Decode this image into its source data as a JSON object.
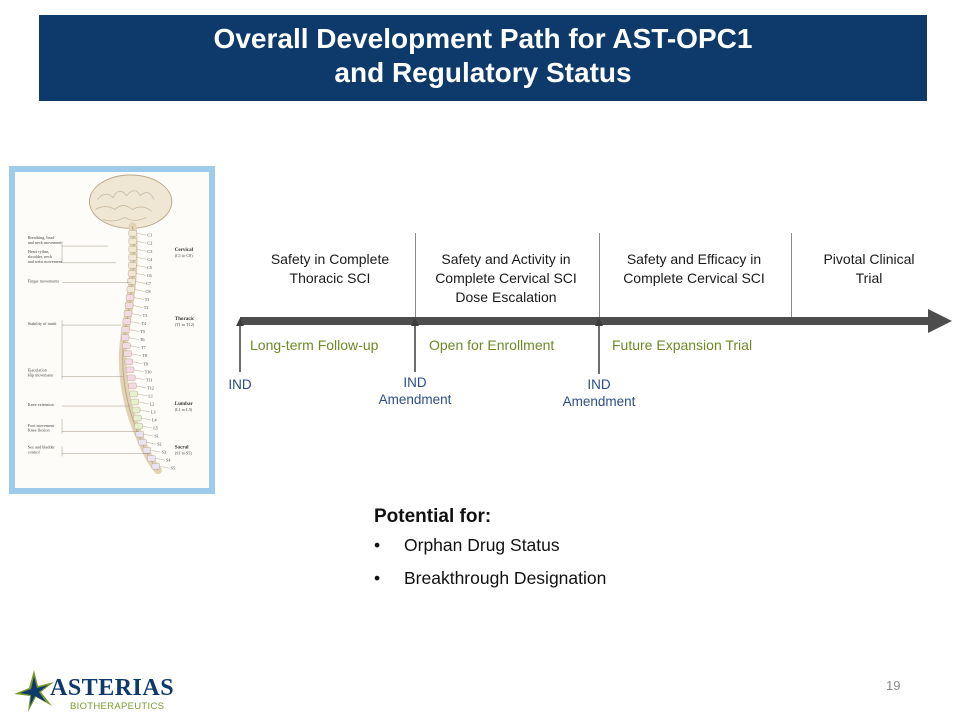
{
  "title": {
    "line1": "Overall Development Path for AST-OPC1",
    "line2": "and Regulatory Status"
  },
  "phases": [
    {
      "line1": "Safety in Complete",
      "line2": "Thoracic SCI",
      "line3": ""
    },
    {
      "line1": "Safety and Activity in",
      "line2": "Complete Cervical SCI",
      "line3": "Dose Escalation"
    },
    {
      "line1": "Safety and Efficacy in",
      "line2": "Complete Cervical SCI",
      "line3": ""
    },
    {
      "line1": "Pivotal Clinical",
      "line2": "Trial",
      "line3": ""
    }
  ],
  "status_labels": [
    "Long-term Follow-up",
    "Open for Enrollment",
    "Future Expansion Trial"
  ],
  "milestones": [
    {
      "line1": "IND",
      "line2": ""
    },
    {
      "line1": "IND",
      "line2": "Amendment"
    },
    {
      "line1": "IND",
      "line2": "Amendment"
    }
  ],
  "potential": {
    "heading": "Potential for:",
    "bullet_char": "•",
    "items": [
      "Orphan Drug Status",
      "Breakthrough Designation"
    ]
  },
  "page_number": "19",
  "logo": {
    "name": "ASTERIAS",
    "subtitle": "BIOTHERAPEUTICS"
  },
  "spine_figure": {
    "left_labels": [
      "Breathing, head",
      "and neck movement",
      "Heart rythm,",
      "shoulder, neck",
      "and wrist movement",
      "Finger movements",
      "Stability of trunk",
      "Ejaculation",
      "Hip movement",
      "Knee extension",
      "Foot movement",
      "Knee flexion",
      "Sex and bladder",
      "control"
    ],
    "region_labels": [
      "Cervical",
      "(C1 to C8)",
      "Thoracic",
      "(T1 to T12)",
      "Lumbar",
      "(L1 to L5)",
      "Sacral",
      "(S1 to S5)"
    ],
    "levels": [
      "C1",
      "C2",
      "C3",
      "C4",
      "C5",
      "C6",
      "C7",
      "C8",
      "T1",
      "T2",
      "T3",
      "T4",
      "T5",
      "T6",
      "T7",
      "T8",
      "T9",
      "T10",
      "T11",
      "T12",
      "L1",
      "L2",
      "L3",
      "L4",
      "L5",
      "S1",
      "S2",
      "S3",
      "S4",
      "S5"
    ]
  },
  "colors": {
    "title_bg": "#0e3a6b",
    "green_text": "#6d8a25",
    "blue_text": "#2c4d88",
    "arrow": "#4d4d4d",
    "frame": "#9ccbec"
  }
}
